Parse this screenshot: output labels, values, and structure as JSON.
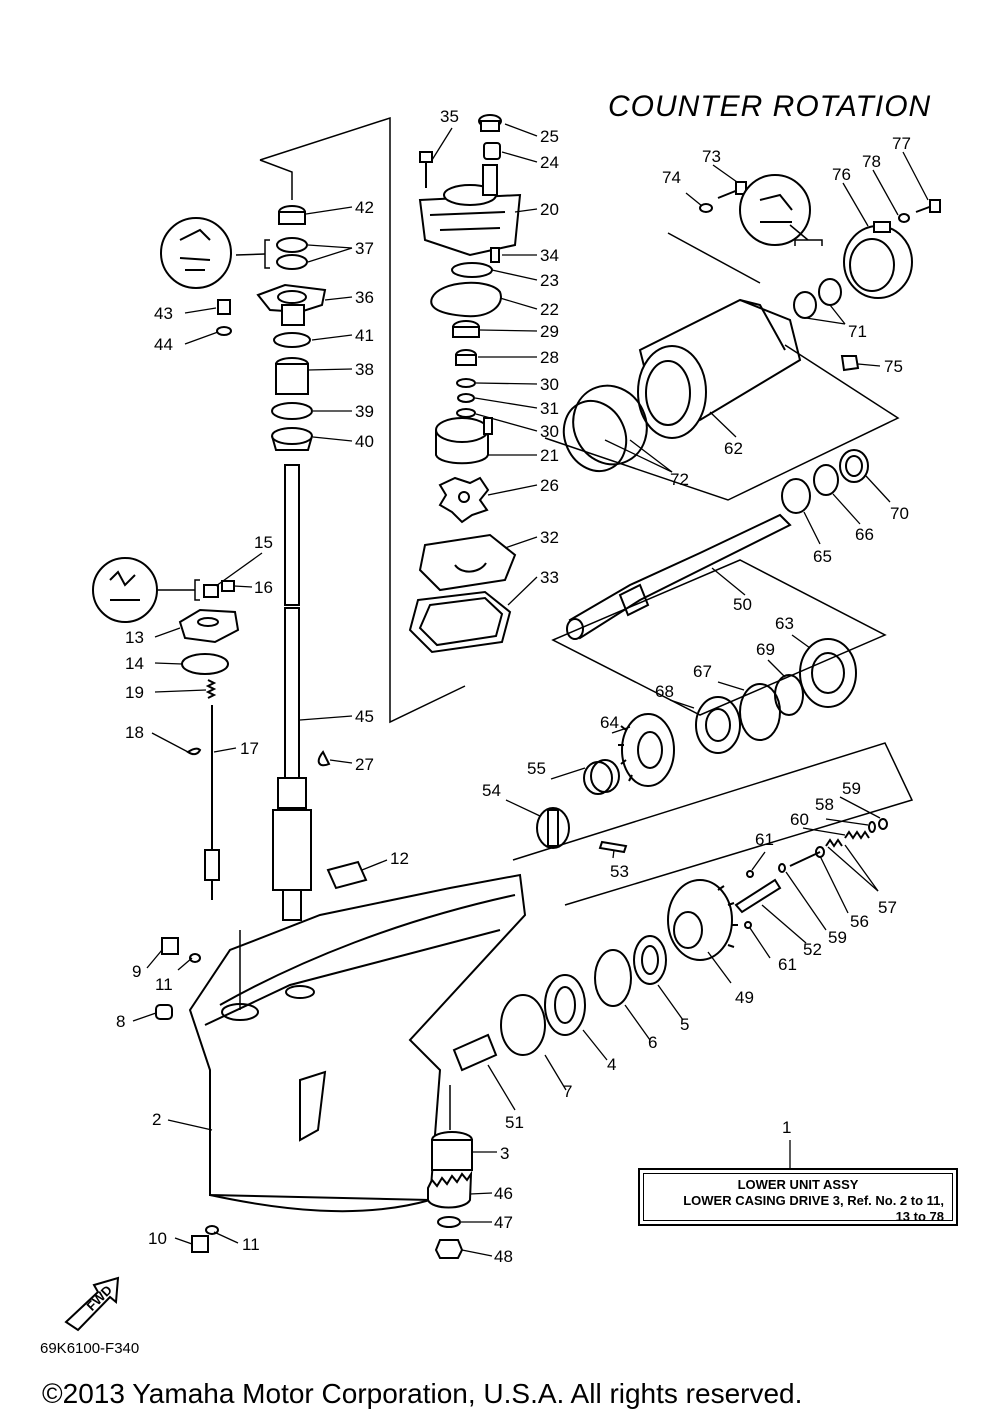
{
  "header": {
    "title": "COUNTER  ROTATION"
  },
  "drawing_code": "69K6100-F340",
  "copyright": "©2013 Yamaha Motor Corporation, U.S.A. All rights reserved.",
  "fwd_label": "FWD",
  "assy_box": {
    "ref": "1",
    "title": "LOWER UNIT ASSY",
    "line1": "LOWER CASING DRIVE 3, Ref. No. 2 to 11,",
    "line2": "13 to 78"
  },
  "labels": {
    "n35": "35",
    "n25": "25",
    "n24": "24",
    "n20": "20",
    "n34": "34",
    "n23": "23",
    "n22": "22",
    "n29": "29",
    "n28": "28",
    "n30a": "30",
    "n31": "31",
    "n30b": "30",
    "n21": "21",
    "n26": "26",
    "n32": "32",
    "n33": "33",
    "n42": "42",
    "n37": "37",
    "n36": "36",
    "n43": "43",
    "n44": "44",
    "n41": "41",
    "n38": "38",
    "n39": "39",
    "n40": "40",
    "n15": "15",
    "n16": "16",
    "n13": "13",
    "n14": "14",
    "n19": "19",
    "n18": "18",
    "n17": "17",
    "n45": "45",
    "n27": "27",
    "n12": "12",
    "n9": "9",
    "n11a": "11",
    "n8": "8",
    "n2": "2",
    "n10": "10",
    "n11b": "11",
    "n73": "73",
    "n74": "74",
    "n77": "77",
    "n78": "78",
    "n76": "76",
    "n71": "71",
    "n75": "75",
    "n62": "62",
    "n72": "72",
    "n70": "70",
    "n66": "66",
    "n65": "65",
    "n50": "50",
    "n63": "63",
    "n69": "69",
    "n67": "67",
    "n68": "68",
    "n64": "64",
    "n55": "55",
    "n54": "54",
    "n53": "53",
    "n59a": "59",
    "n58": "58",
    "n60": "60",
    "n61a": "61",
    "n57": "57",
    "n56": "56",
    "n59b": "59",
    "n52": "52",
    "n61b": "61",
    "n49": "49",
    "n5": "5",
    "n6": "6",
    "n4": "4",
    "n7": "7",
    "n51": "51",
    "n3": "3",
    "n46": "46",
    "n47": "47",
    "n48": "48"
  }
}
